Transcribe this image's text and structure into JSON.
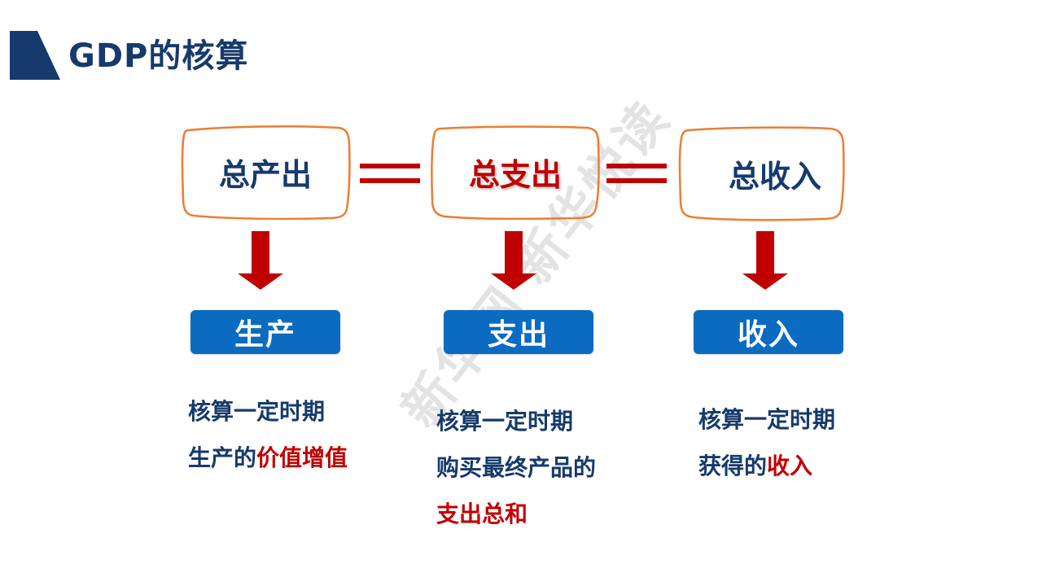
{
  "title": "GDP的核算",
  "watermark": "新华网 新华悦读",
  "colors": {
    "navy": "#163a6b",
    "red": "#c00000",
    "blue": "#0b6bc1",
    "orange": "#ed7d31"
  },
  "concepts": [
    {
      "label": "总产出",
      "emphasis": false
    },
    {
      "label": "总支出",
      "emphasis": true
    },
    {
      "label": "总收入",
      "emphasis": false
    }
  ],
  "equals_symbol": "=",
  "categories": [
    "生产",
    "支出",
    "收入"
  ],
  "descriptions": [
    {
      "line1": "核算一定时期",
      "line2_prefix": "生产的",
      "line2_highlight": "价值增值"
    },
    {
      "line1": "核算一定时期",
      "line2": "购买最终产品的",
      "line3_highlight": "支出总和"
    },
    {
      "line1": "核算一定时期",
      "line2_prefix": "获得的",
      "line2_highlight": "收入"
    }
  ]
}
